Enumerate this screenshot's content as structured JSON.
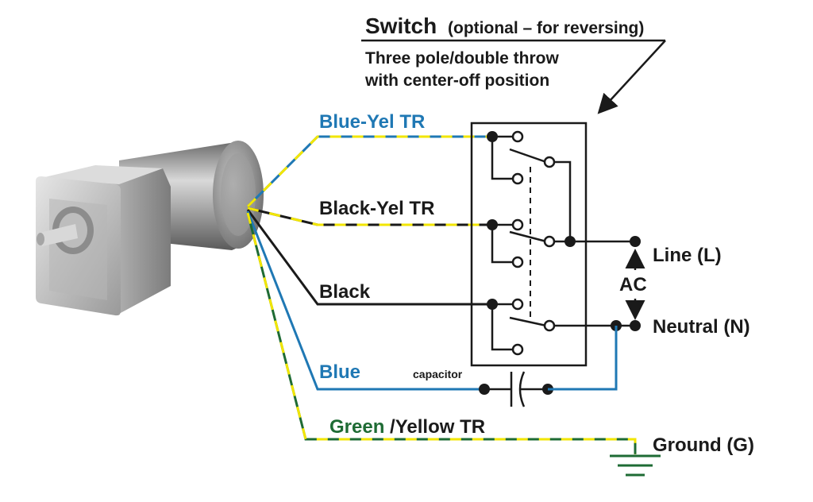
{
  "switch": {
    "title": "Switch",
    "qualifier": "(optional – for reversing)",
    "desc_line1": "Three pole/double throw",
    "desc_line2": "with center-off position"
  },
  "wires": {
    "blue_yel": "Blue-Yel TR",
    "black_yel": "Black-Yel TR",
    "black": "Black",
    "blue": "Blue",
    "green_part": "Green",
    "yellow_part": "/Yellow TR",
    "capacitor": "capacitor"
  },
  "terminals": {
    "line": "Line (L)",
    "ac": "AC",
    "neutral": "Neutral (N)",
    "ground": "Ground (G)"
  },
  "colors": {
    "blue": "#1f78b4",
    "yellow": "#f2e600",
    "green": "#1e6b34",
    "black": "#1a1a1a"
  }
}
